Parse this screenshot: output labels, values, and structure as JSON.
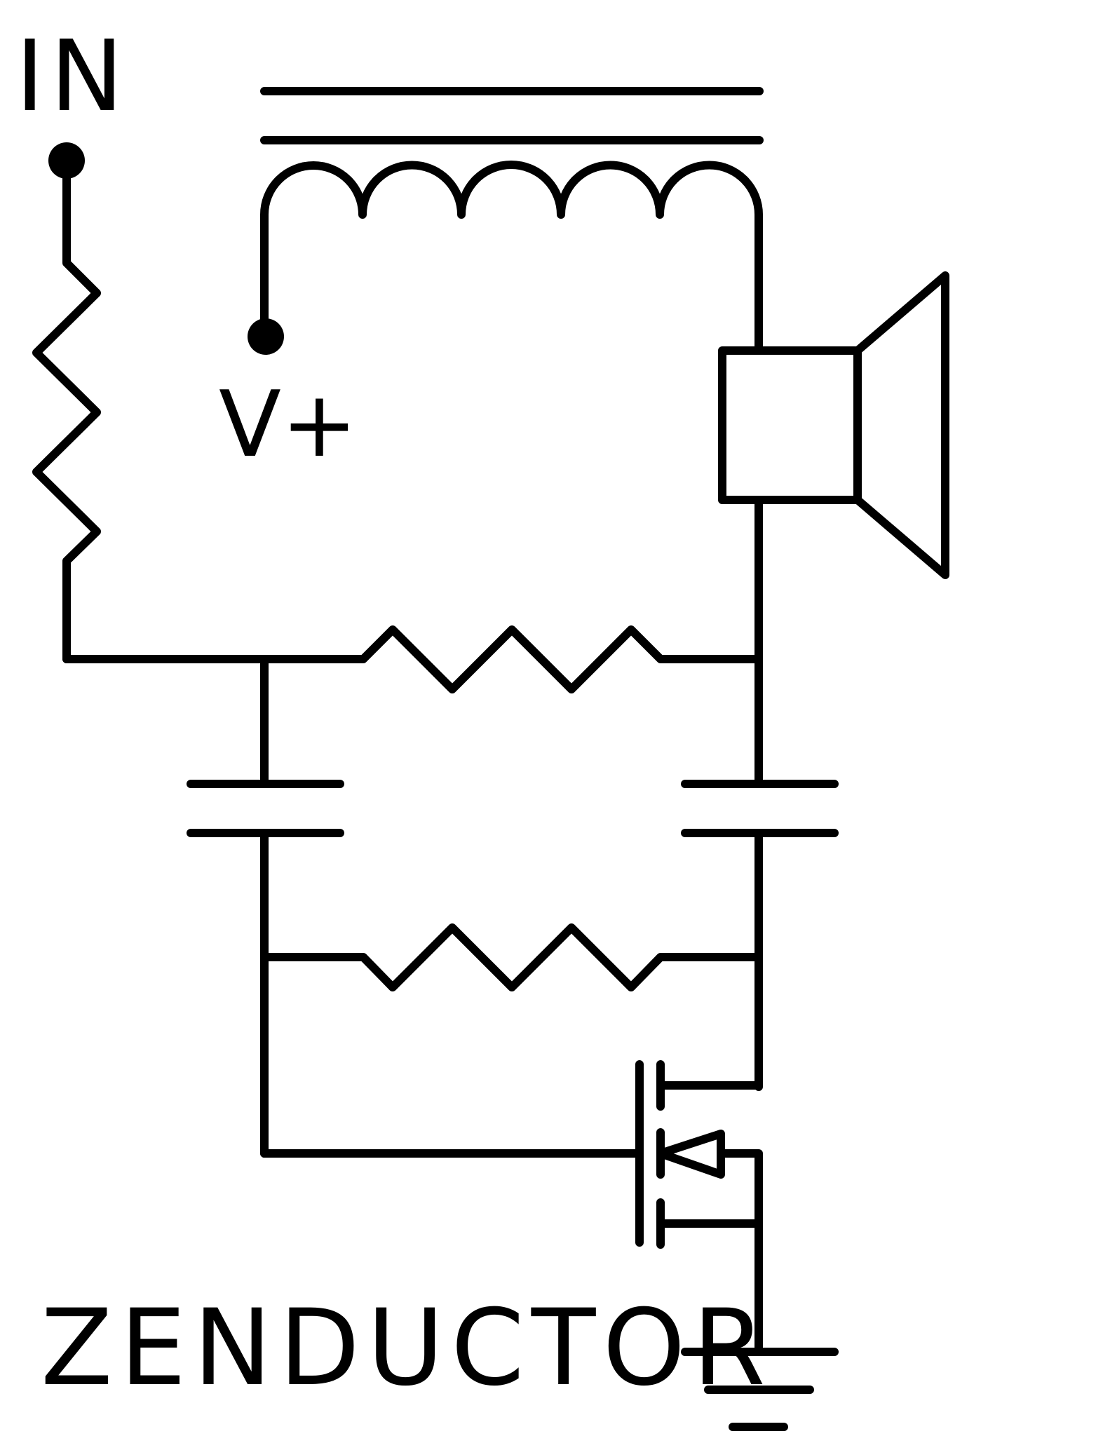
{
  "labels": {
    "input": "IN",
    "supply": "V+",
    "title": "ZENDUCTOR"
  },
  "colors": {
    "ink": "#000000",
    "background": "#ffffff"
  }
}
